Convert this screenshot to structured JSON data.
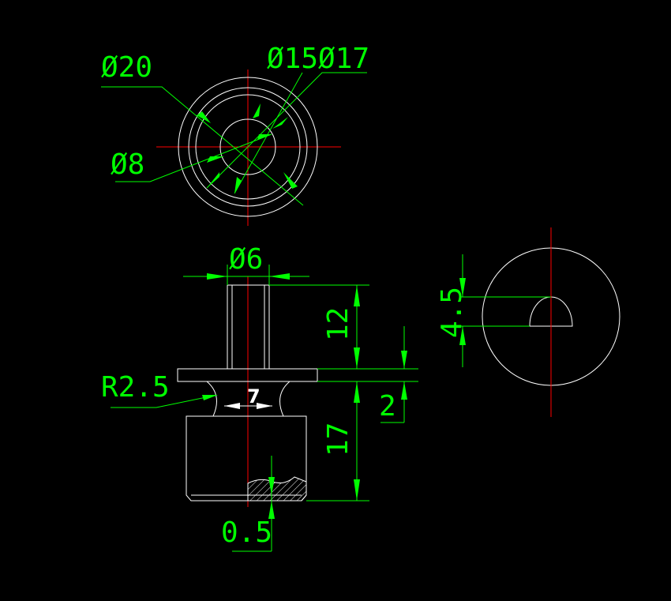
{
  "drawing": {
    "background": "#000000",
    "colors": {
      "dimension": "#00ff00",
      "outline": "#ffffff",
      "centerline": "#ff0000"
    },
    "labels": {
      "d20": "Ø20",
      "d15d17": "Ø15Ø17",
      "d8": "Ø8",
      "d6": "Ø6",
      "len12": "12",
      "r25": "R2.5",
      "w7": "7",
      "len2": "2",
      "len17": "17",
      "len05": "0.5",
      "len45": "4.5"
    }
  }
}
